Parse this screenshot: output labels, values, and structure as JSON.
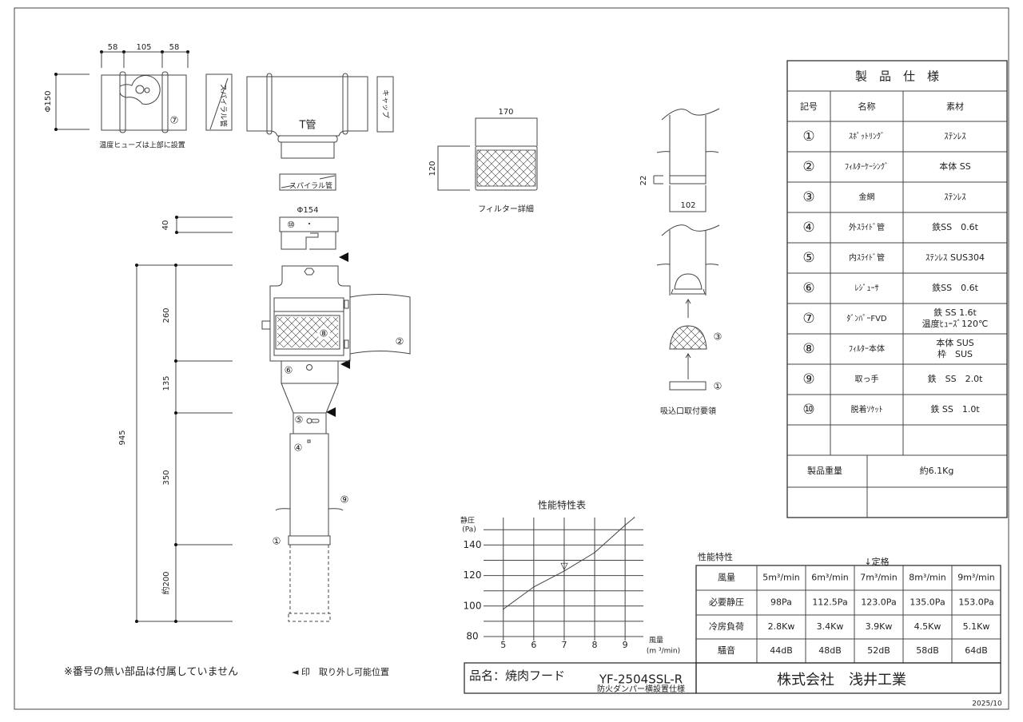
{
  "drawing": {
    "damper_dims": [
      "58",
      "105",
      "58"
    ],
    "damper_diameter": "Φ150",
    "damper_part": "⑦",
    "fuse_note": "温度ヒューズは上部に設置",
    "spiral_label": "スパイラル管",
    "t_pipe_label": "T管",
    "cap_label": "キャップ",
    "spiral_label_2": "スパイラル管",
    "socket_diameter": "Φ154",
    "socket_part": "⑩",
    "dim_40": "40",
    "dim_total": "945",
    "dim_260": "260",
    "dim_135": "135",
    "dim_350": "350",
    "dim_200": "約200",
    "part_8": "⑧",
    "part_2": "②",
    "part_6": "⑥",
    "part_5": "⑤",
    "part_4": "④",
    "part_9": "⑨",
    "part_1": "①"
  },
  "filter_detail": {
    "width": "170",
    "height": "120",
    "caption": "フィルター詳細"
  },
  "intake_detail": {
    "dim_22": "22",
    "dim_102": "102",
    "part_3": "③",
    "part_1": "①",
    "caption": "吸込口取付要領"
  },
  "notes": {
    "no_number": "※番号の無い部品は付属していません",
    "removable": "◄ 印　取り外し可能位置"
  },
  "spec_table": {
    "title": "製　品　仕　様",
    "headers": [
      "記号",
      "名称",
      "素材"
    ],
    "rows": [
      {
        "no": "①",
        "name": "ｽﾎﾟｯﾄﾘﾝｸﾞ",
        "material": "ｽﾃﾝﾚｽ"
      },
      {
        "no": "②",
        "name": "ﾌｨﾙﾀｰｹｰｼﾝｸﾞ",
        "material": "本体 SS"
      },
      {
        "no": "③",
        "name": "金網",
        "material": "ｽﾃﾝﾚｽ"
      },
      {
        "no": "④",
        "name": "外ｽﾗｲﾄﾞ管",
        "material": "鉄SS　0.6t"
      },
      {
        "no": "⑤",
        "name": "内ｽﾗｲﾄﾞ管",
        "material": "ｽﾃﾝﾚｽ SUS304"
      },
      {
        "no": "⑥",
        "name": "ﾚｼﾞｭｰｻ",
        "material": "鉄SS　0.6t"
      },
      {
        "no": "⑦",
        "name": "ﾀﾞﾝﾊﾟｰFVD",
        "material": "鉄 SS 1.6t",
        "material2": "温度ﾋｭｰｽﾞ120℃"
      },
      {
        "no": "⑧",
        "name": "ﾌｨﾙﾀｰ本体",
        "material": "本体 SUS",
        "material2": "枠　SUS"
      },
      {
        "no": "⑨",
        "name": "取っ手",
        "material": "鉄　SS　2.0t"
      },
      {
        "no": "⑩",
        "name": "脱着ｿｹｯﾄ",
        "material": "鉄 SS　1.0t"
      }
    ],
    "weight_label": "製品重量",
    "weight_value": "約6.1Kg"
  },
  "performance_table": {
    "title": "性能特性",
    "rated_marker": "↓定格",
    "rows": [
      [
        "風量",
        "5m³/min",
        "6m³/min",
        "7m³/min",
        "8m³/min",
        "9m³/min"
      ],
      [
        "必要静圧",
        "98Pa",
        "112.5Pa",
        "123.0Pa",
        "135.0Pa",
        "153.0Pa"
      ],
      [
        "冷房負荷",
        "2.8Kw",
        "3.4Kw",
        "3.9Kw",
        "4.5Kw",
        "5.1Kw"
      ],
      [
        "騒音",
        "44dB",
        "48dB",
        "52dB",
        "58dB",
        "64dB"
      ]
    ]
  },
  "title_block": {
    "product": "品名：焼肉フード",
    "model": "YF-2504SSL-R",
    "subtitle": "防火ダンパー横設置仕様",
    "company": "株式会社　浅井工業",
    "date": "2025/10"
  },
  "chart_data": {
    "type": "line",
    "title": "性能特性表",
    "ylabel": "静圧",
    "yunit": "(Pa)",
    "xlabel": "風量",
    "xunit": "(m ³/min)",
    "xticks": [
      5,
      6,
      7,
      8,
      9
    ],
    "yticks": [
      80,
      100,
      120,
      140
    ],
    "xlim": [
      4.35,
      9.6
    ],
    "ylim": [
      80,
      158
    ],
    "grid": true,
    "series": [
      {
        "name": "必要静圧",
        "x": [
          5,
          6,
          7,
          8,
          9,
          9.3
        ],
        "y": [
          98,
          112.5,
          123,
          135,
          153,
          158
        ]
      }
    ],
    "rated_point": {
      "x": 7,
      "y": 126,
      "marker": "▽"
    }
  }
}
